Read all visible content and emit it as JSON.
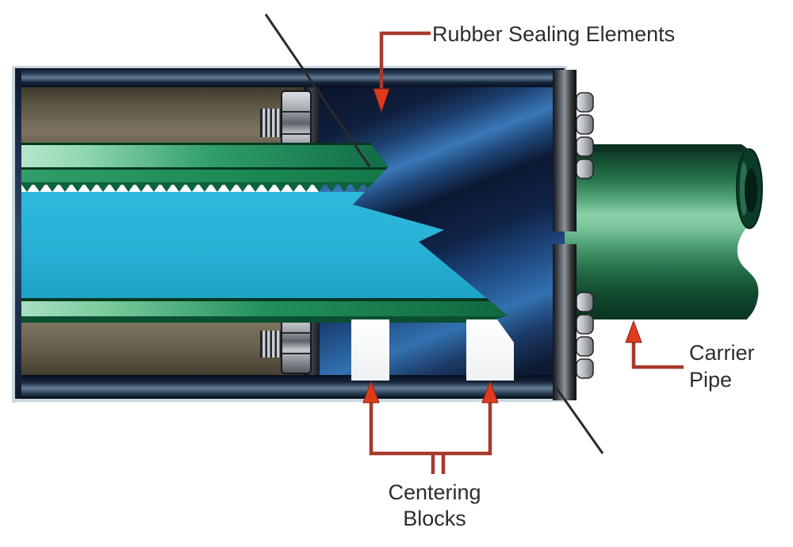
{
  "diagram": {
    "labels": {
      "rubber_sealing_elements": "Rubber Sealing Elements",
      "carrier_pipe_line1": "Carrier",
      "carrier_pipe_line2": "Pipe",
      "centering_blocks_line1": "Centering",
      "centering_blocks_line2": "Blocks"
    },
    "colors": {
      "label_text": "#2d2d2d",
      "arrow_line": "#a63a2c",
      "arrow_head": "#e23a1c",
      "casing_navy": "#0c1a33",
      "casing_steel": "#5e7892",
      "annulus_brown": "#6b6250",
      "carrier_green": "#2f8f5c",
      "interior_cyan": "#27b4d8",
      "seal_navy": "#0c1730",
      "seal_highlight": "#3a78b8",
      "block_white": "#ffffff"
    }
  }
}
